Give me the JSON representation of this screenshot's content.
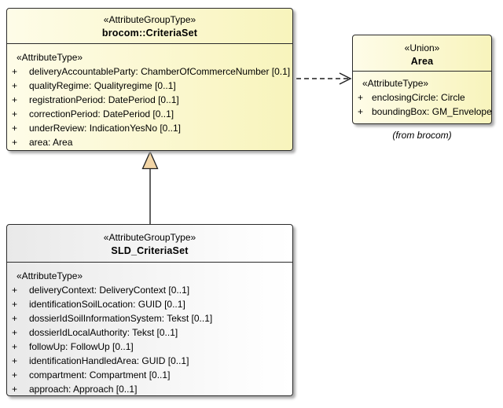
{
  "diagram": {
    "colors": {
      "box_fill_yellow_start": "#FEFCE8",
      "box_fill_yellow_end": "#F8F4BC",
      "box_fill_gray_start": "#E9E9E9",
      "box_fill_gray_end": "#FFFFFF",
      "border": "#2a2a2a",
      "shadow": "#ababab",
      "generalization_triangle_fill": "#F2D5A6"
    },
    "connectors": {
      "dependency": {
        "style": "dashed",
        "from": "brocom::CriteriaSet",
        "to": "Area",
        "arrowhead": "open"
      },
      "generalization": {
        "style": "solid",
        "from": "SLD_CriteriaSet",
        "to": "brocom::CriteriaSet",
        "arrowhead": "hollow-triangle"
      }
    }
  },
  "criteria_set": {
    "stereotype": "«AttributeGroupType»",
    "name": "brocom::CriteriaSet",
    "section_label": "«AttributeType»",
    "attributes": [
      {
        "vis": "+",
        "text": "deliveryAccountableParty: ChamberOfCommerceNumber [0.1]"
      },
      {
        "vis": "+",
        "text": "qualityRegime: Qualityregime [0..1]"
      },
      {
        "vis": "+",
        "text": "registrationPeriod: DatePeriod [0..1]"
      },
      {
        "vis": "+",
        "text": "correctionPeriod: DatePeriod [0..1]"
      },
      {
        "vis": "+",
        "text": "underReview: IndicationYesNo [0..1]"
      },
      {
        "vis": "+",
        "text": "area: Area"
      }
    ]
  },
  "area_union": {
    "stereotype": "«Union»",
    "name": "Area",
    "section_label": "«AttributeType»",
    "attributes": [
      {
        "vis": "+",
        "text": "enclosingCircle: Circle"
      },
      {
        "vis": "+",
        "text": "boundingBox: GM_Envelope"
      }
    ],
    "origin_note": "(from brocom)"
  },
  "sld_criteria_set": {
    "stereotype": "«AttributeGroupType»",
    "name": "SLD_CriteriaSet",
    "section_label": "«AttributeType»",
    "attributes": [
      {
        "vis": "+",
        "text": "deliveryContext: DeliveryContext [0..1]"
      },
      {
        "vis": "+",
        "text": "identificationSoilLocation: GUID [0..1]"
      },
      {
        "vis": "+",
        "text": "dossierIdSoilInformationSystem: Tekst [0..1]"
      },
      {
        "vis": "+",
        "text": "dossierIdLocalAuthority: Tekst [0..1]"
      },
      {
        "vis": "+",
        "text": "followUp: FollowUp [0..1]"
      },
      {
        "vis": "+",
        "text": "identificationHandledArea: GUID [0..1]"
      },
      {
        "vis": "+",
        "text": "compartment: Compartment [0..1]"
      },
      {
        "vis": "+",
        "text": "approach: Approach [0..1]"
      }
    ]
  }
}
